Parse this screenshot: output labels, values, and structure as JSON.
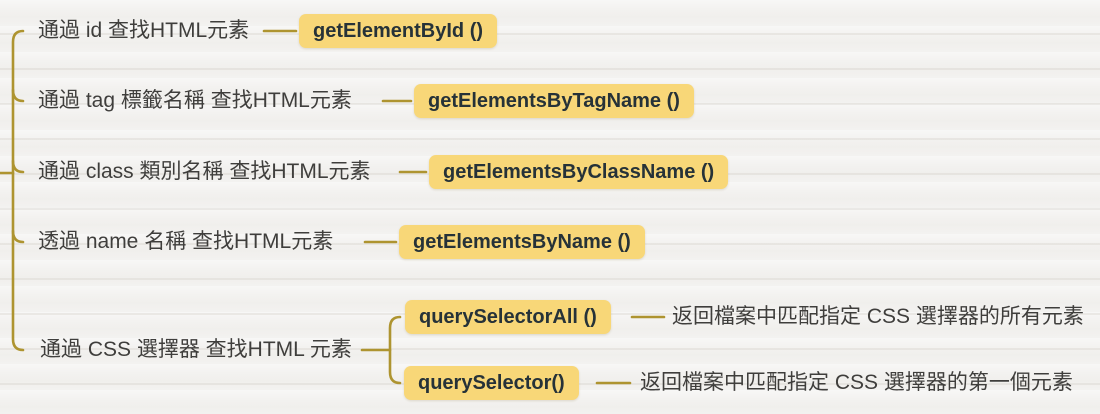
{
  "colors": {
    "node_background": "#f8d778",
    "connector_line": "#ae9430",
    "label_text": "#3f3e3c",
    "node_text": "#263238",
    "page_background": "#f3f2f0"
  },
  "mindmap": {
    "branches": [
      {
        "label": "通過 id 查找HTML元素",
        "method": "getElementById ()"
      },
      {
        "label": "通過 tag 標籤名稱 查找HTML元素",
        "method": "getElementsByTagName ()"
      },
      {
        "label": "通過 class 類別名稱 查找HTML元素",
        "method": "getElementsByClassName ()"
      },
      {
        "label": "透過 name 名稱 查找HTML元素",
        "method": "getElementsByName ()"
      },
      {
        "label": "通過 CSS 選擇器 查找HTML 元素",
        "children": [
          {
            "method": "querySelectorAll ()",
            "description": "返回檔案中匹配指定 CSS 選擇器的所有元素"
          },
          {
            "method": "querySelector()",
            "description": "返回檔案中匹配指定 CSS 選擇器的第一個元素"
          }
        ]
      }
    ]
  }
}
